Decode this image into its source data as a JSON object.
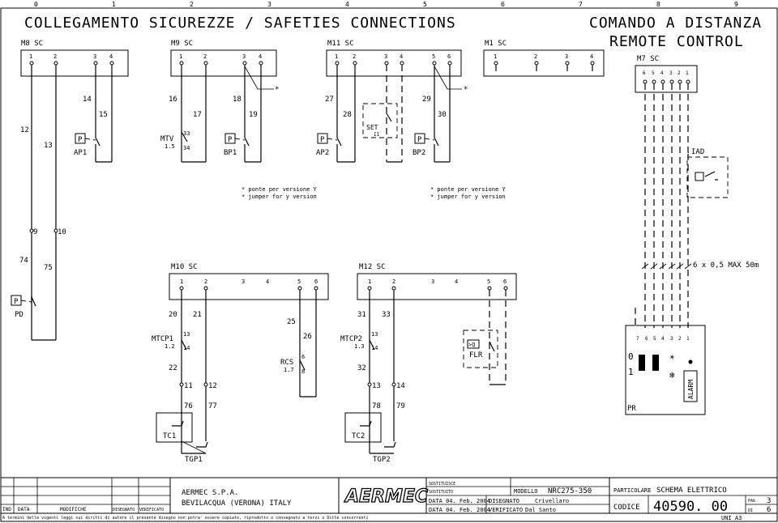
{
  "header": {
    "title": "COLLEGAMENTO SICUREZZE / SAFETIES CONNECTIONS",
    "remote_it": "COMANDO A DISTANZA",
    "remote_en": "REMOTE CONTROL",
    "grid": [
      "0",
      "1",
      "2",
      "3",
      "4",
      "5",
      "6",
      "7",
      "8",
      "9"
    ]
  },
  "blocks": {
    "m8": "M8 SC",
    "m9": "M9 SC",
    "m11": "M11 SC",
    "m1": "M1 SC",
    "m7": "M7 SC",
    "m10": "M10 SC",
    "m12": "M12 SC"
  },
  "terms4": [
    "1",
    "2",
    "3",
    "4"
  ],
  "terms6": [
    "1",
    "2",
    "3",
    "4",
    "5",
    "6"
  ],
  "terms6rev": [
    "6",
    "5",
    "4",
    "3",
    "2",
    "1"
  ],
  "terms7rev": [
    "7",
    "6",
    "5",
    "4",
    "3",
    "2",
    "1"
  ],
  "wires": {
    "w14": "14",
    "w15": "15",
    "w12": "12",
    "w13": "13",
    "w16": "16",
    "w17": "17",
    "w18": "18",
    "w19": "19",
    "w27": "27",
    "w28": "28",
    "w29": "29",
    "w30": "30",
    "w9": "9",
    "w10": "10",
    "w74": "74",
    "w75": "75",
    "w20": "20",
    "w21": "21",
    "w25": "25",
    "w26": "26",
    "w22": "22",
    "w11": "11",
    "w12b": "12",
    "w76": "76",
    "w77": "77",
    "w31": "31",
    "w33": "33",
    "w32": "32",
    "w13b": "13",
    "w14b": "14",
    "w78": "78",
    "w79": "79",
    "w33b": "33",
    "w34": "34",
    "w13c": "13",
    "w14c": "14",
    "w13d": "13",
    "w14d": "14",
    "w6": "6",
    "w8": "8"
  },
  "devices": {
    "ap1": "AP1",
    "bp1": "BP1",
    "ap2": "AP2",
    "bp2": "BP2",
    "mtv": "MTV",
    "mtv_v": "1.5",
    "pd": "PD",
    "set": "SET",
    "set2": "II",
    "iad": "IAD",
    "mtcp1": "MTCP1",
    "mtcp1_v": "1.2",
    "mtcp2": "MTCP2",
    "mtcp2_v": "1.3",
    "rcs": "RCS",
    "rcs_v": "1.7",
    "flr": "FLR",
    "flr_sym": ">Q",
    "tc1": "TC1",
    "tc2": "TC2",
    "tgp1": "TGP1",
    "tgp2": "TGP2",
    "pr": "PR",
    "p": "P",
    "star": "*"
  },
  "notes": {
    "it": "* ponte per versione Y",
    "en": "* jumper for y version"
  },
  "cable": "6 x 0,5 MAX 50m",
  "panel": {
    "on": "0",
    "off": "1",
    "alarm": "ALARM"
  },
  "titleblock": {
    "ind": "IND",
    "data": "DATA",
    "modifiche": "MODIFICHE",
    "disegnato": "DISEGNATO",
    "verificato": "VERIFICATO",
    "company": "AERMEC S.P.A.",
    "address": "BEVILACQUA (VERONA) ITALY",
    "brand": "AERMEC",
    "sostituisce": "SOSTITUISCE",
    "sostituito": "SOSTITUITO",
    "data1": "DATA 04. Feb. 2004",
    "data2": "DATA 04. Feb. 2004",
    "dis_lbl": "DISEGNATO",
    "dis_name": "Crivellaro",
    "ver_lbl": "VERIFICATO",
    "ver_name": "Dal Santo",
    "modello_lbl": "MODELLO",
    "modello": "NRC275-350",
    "partic_lbl": "PARTICOLARE",
    "partic": "SCHEMA ELETTRICO",
    "codice_lbl": "CODICE",
    "codice": "40590. 00",
    "pag_lbl": "PAG",
    "pag": "3",
    "di_lbl": "DI",
    "di": "6",
    "legal": "A termini delle vigenti leggi sui diritti di autore il presente disegno non potra' essere copiato, riprodotto o consegnato a terzi o Ditte concorrenti",
    "format": "UNI A3"
  }
}
